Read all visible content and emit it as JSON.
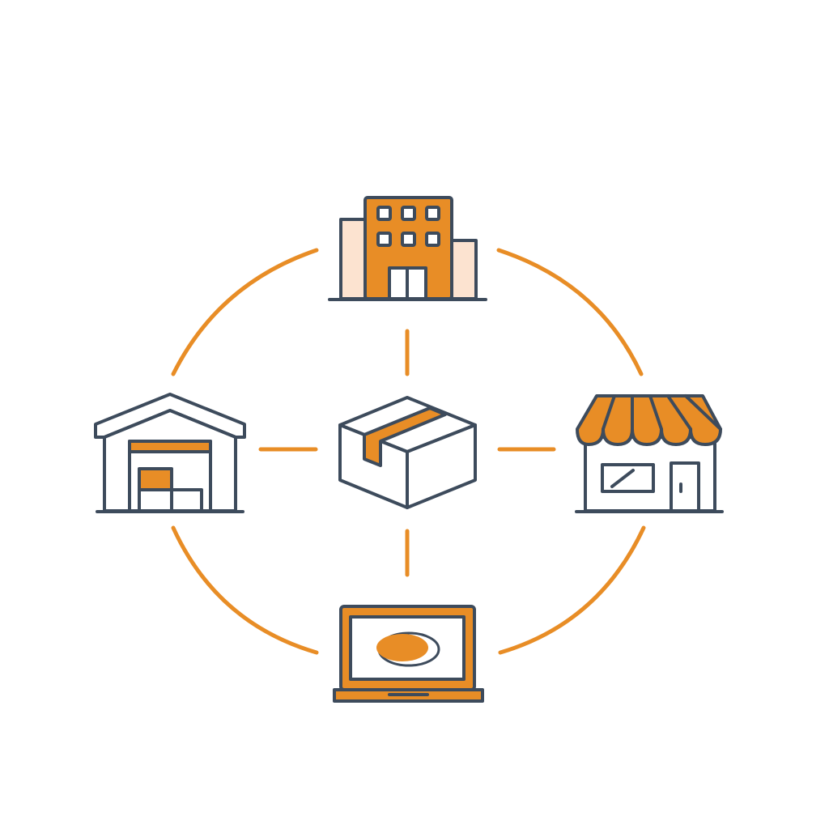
{
  "colors": {
    "accent": "#E88D26",
    "outline": "#3D4B5C",
    "light_fill": "#FCE3D0",
    "white": "#FFFFFF"
  },
  "center_node": {
    "icon": "package-box-icon"
  },
  "nodes": [
    {
      "id": "corporate-office",
      "icon": "office-building-icon"
    },
    {
      "id": "retail-store",
      "icon": "storefront-icon"
    },
    {
      "id": "e-commerce",
      "icon": "laptop-icon"
    },
    {
      "id": "warehouse",
      "icon": "warehouse-icon"
    }
  ],
  "connections": [
    {
      "from": "package",
      "to": "corporate-office",
      "style": "dashed"
    },
    {
      "from": "package",
      "to": "retail-store",
      "style": "dashed"
    },
    {
      "from": "package",
      "to": "e-commerce",
      "style": "dashed"
    },
    {
      "from": "package",
      "to": "warehouse",
      "style": "dashed"
    }
  ],
  "ring": {
    "style": "segmented-circle",
    "segments": 4
  }
}
